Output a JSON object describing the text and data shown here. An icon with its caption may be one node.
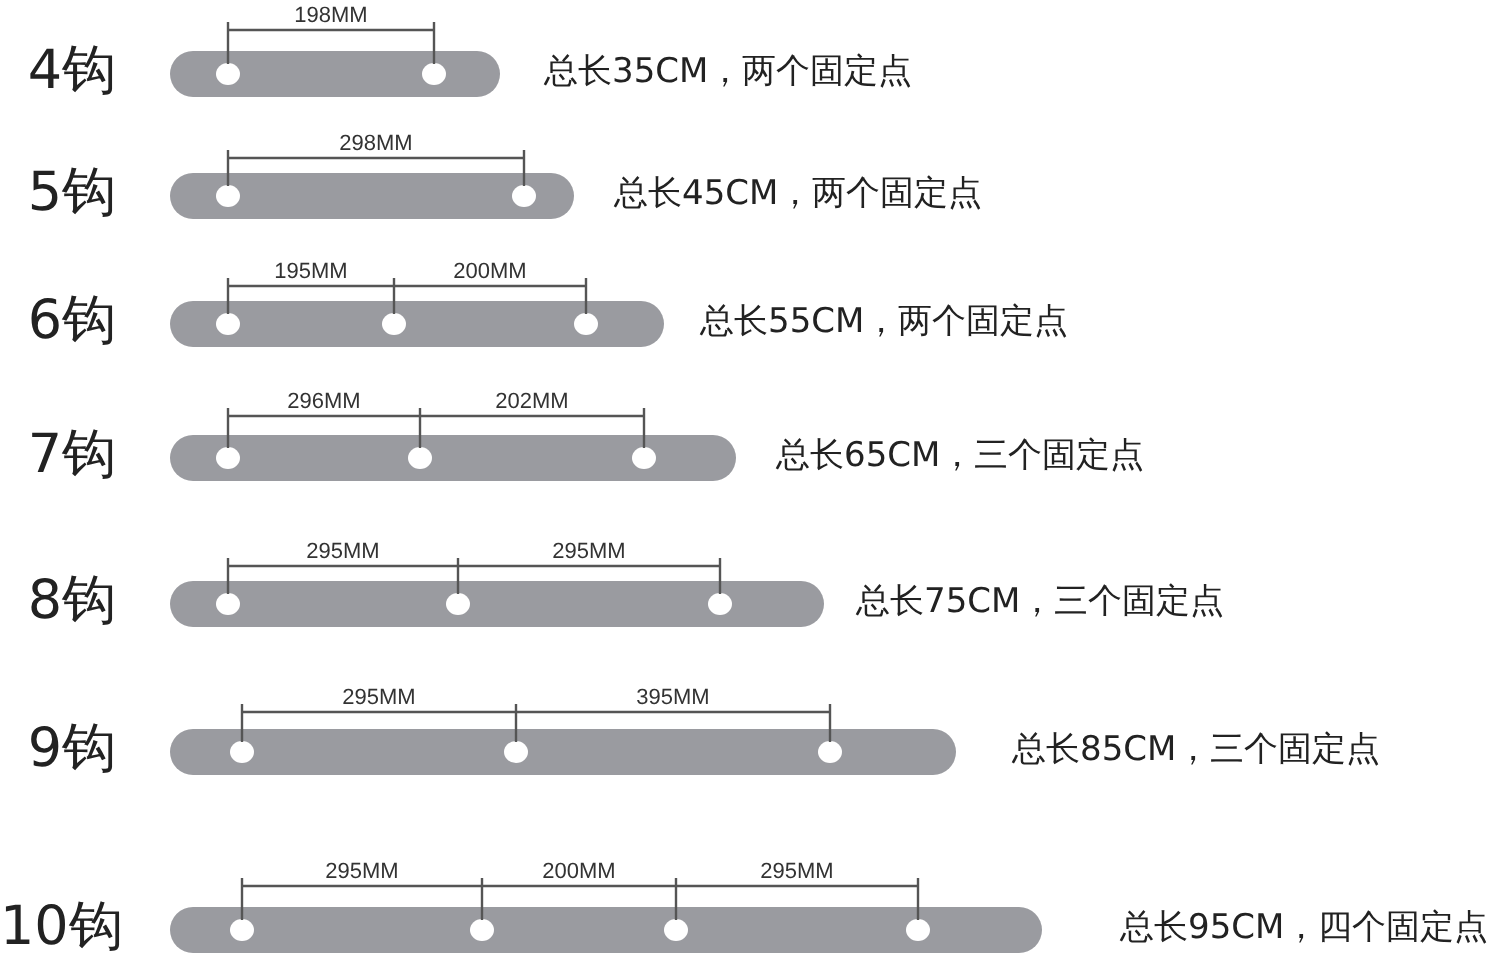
{
  "diagram": {
    "nodes": [
      {
        "text": [],
        "shape": "bar",
        "beside": [
          "4钩",
          "总长35CM，两个固定点"
        ]
      },
      {
        "text": [],
        "shape": "bar",
        "beside": [
          "5钩",
          "总长45CM，两个固定点"
        ]
      },
      {
        "text": [],
        "shape": "bar",
        "beside": [
          "6钩",
          "总长55CM，两个固定点"
        ]
      },
      {
        "text": [],
        "shape": "bar",
        "beside": [
          "7钩",
          "总长65CM，三个固定点"
        ]
      },
      {
        "text": [],
        "shape": "bar",
        "beside": [
          "8钩",
          "总长75CM，三个固定点"
        ]
      },
      {
        "text": [],
        "shape": "bar",
        "beside": [
          "9钩",
          "总长85CM，三个固定点"
        ]
      },
      {
        "text": [],
        "shape": "bar",
        "beside": [
          "10钩",
          "总长95CM，四个固定点"
        ]
      }
    ],
    "labels": [
      "198MM",
      "298MM",
      "195MM",
      "200MM",
      "296MM",
      "202MM",
      "295MM",
      "295MM",
      "295MM",
      "395MM",
      "295MM",
      "200MM",
      "295MM"
    ]
  }
}
